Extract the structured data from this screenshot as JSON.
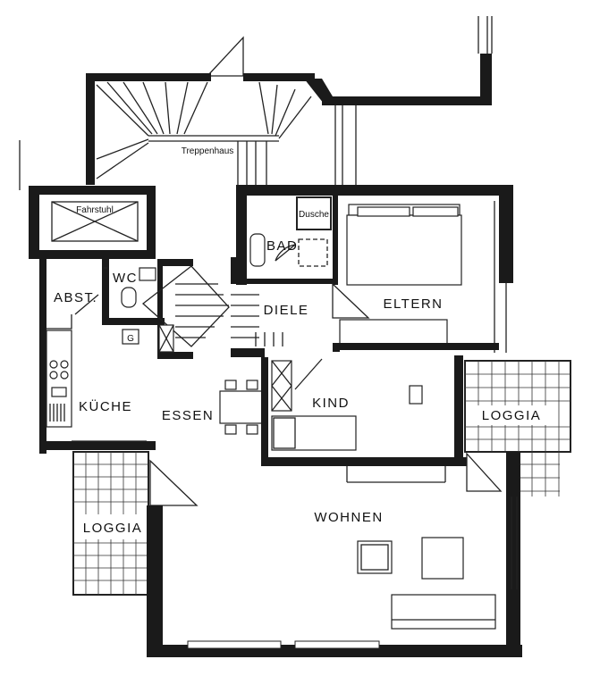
{
  "rooms": {
    "treppenhaus": "Treppenhaus",
    "fahrstuhl": "Fahrstuhl",
    "dusche": "Dusche",
    "bad": "BAD",
    "wc": "WC",
    "abst": "ABST.",
    "diele": "DIELE",
    "eltern": "ELTERN",
    "g": "G",
    "kueche": "KÜCHE",
    "essen": "ESSEN",
    "kind": "KIND",
    "loggia_right": "LOGGIA",
    "loggia_left": "LOGGIA",
    "wohnen": "WOHNEN"
  },
  "colors": {
    "wall": "#1a1a1a",
    "background": "#ffffff"
  }
}
